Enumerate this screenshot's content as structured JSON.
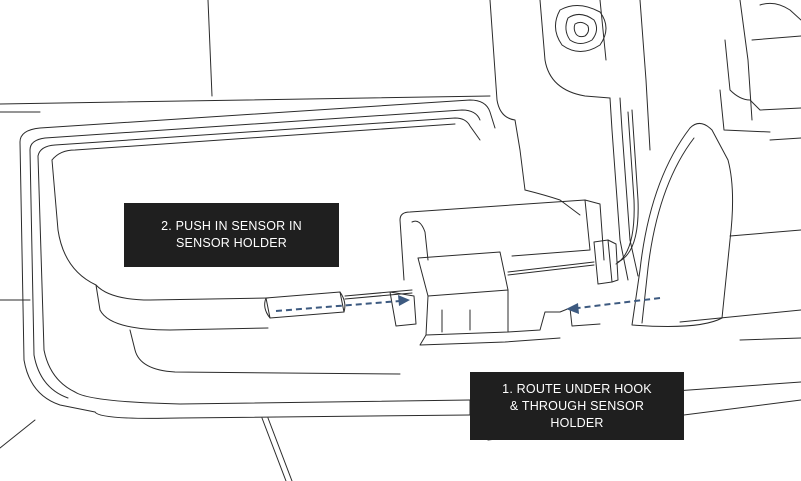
{
  "callouts": {
    "push_sensor": {
      "line1": "2. PUSH IN SENSOR IN",
      "line2": "SENSOR HOLDER"
    },
    "route_under_hook": {
      "line1": "1. ROUTE UNDER HOOK",
      "line2": "& THROUGH SENSOR",
      "line3": "HOLDER"
    }
  },
  "colors": {
    "callout_bg": "#1f1f1f",
    "callout_text": "#ffffff",
    "arrow": "#3d5a80",
    "line_art": "#2b2b2b"
  }
}
